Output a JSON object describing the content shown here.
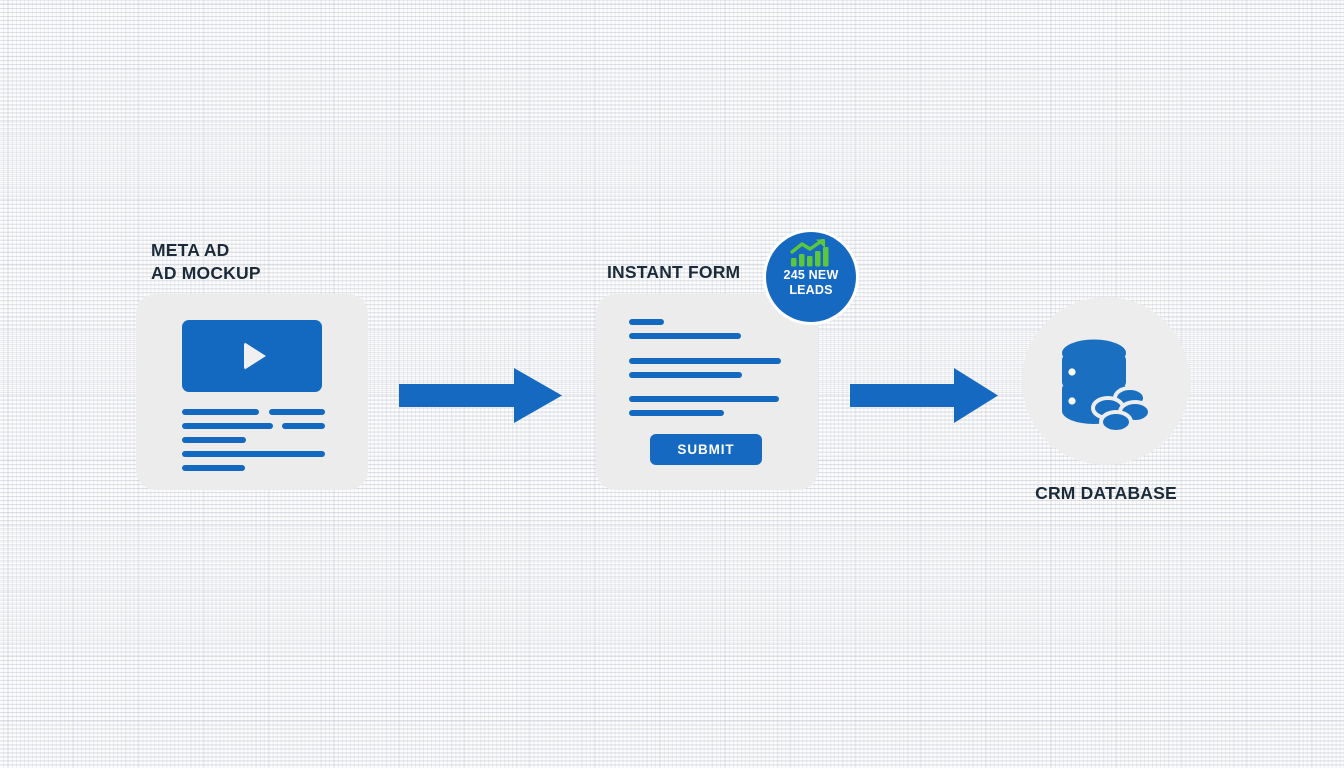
{
  "canvas": {
    "background_color": "#fcfcfd",
    "grid": "dotted-grid"
  },
  "colors": {
    "primary_blue": "#1569c0",
    "card_gray": "#ececec",
    "circle_gray": "#ededed",
    "text_dark": "#1c2b3a",
    "badge_blue": "#1569c0",
    "accent_green": "#5cc63c",
    "white": "#ffffff"
  },
  "flow": {
    "steps": [
      {
        "id": "meta-ad",
        "heading_line1": "META AD",
        "heading_line2": "AD MOCKUP",
        "icon": "video-play-icon",
        "content_lines": 5
      },
      {
        "id": "instant-form",
        "heading": "INSTANT FORM",
        "submit_label": "SUBMIT",
        "content_lines": 6
      },
      {
        "id": "crm-database",
        "label": "CRM DATABASE",
        "icon": "database-icon"
      }
    ],
    "connectors": [
      {
        "id": "arrow-1",
        "direction": "right",
        "icon": "arrow-right-icon"
      },
      {
        "id": "arrow-2",
        "direction": "right",
        "icon": "arrow-right-icon"
      }
    ]
  },
  "badge": {
    "icon": "growth-chart-icon",
    "line1": "245 NEW",
    "line2": "LEADS",
    "count": 245
  }
}
